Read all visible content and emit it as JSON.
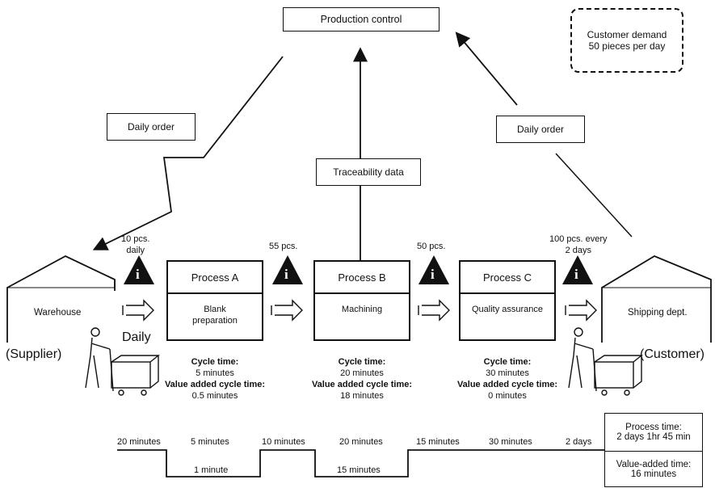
{
  "production_control": "Production control",
  "customer_demand": {
    "line1": "Customer demand",
    "line2": "50 pieces per day"
  },
  "daily_order_left": "Daily order",
  "daily_order_right": "Daily order",
  "traceability": "Traceability data",
  "supplier": {
    "building": "Warehouse",
    "label": "(Supplier)",
    "delivery": "Daily"
  },
  "customer": {
    "building": "Shipping dept.",
    "label": "(Customer)"
  },
  "inventory": [
    {
      "line1": "10 pcs.",
      "line2": "daily"
    },
    {
      "line1": "55 pcs.",
      "line2": ""
    },
    {
      "line1": "50 pcs.",
      "line2": ""
    },
    {
      "line1": "100 pcs. every",
      "line2": "2 days"
    }
  ],
  "processes": [
    {
      "name": "Process A",
      "desc1": "Blank",
      "desc2": "preparation",
      "ct_label": "Cycle time:",
      "ct": "5 minutes",
      "va_label": "Value added cycle time:",
      "va": "0.5 minutes"
    },
    {
      "name": "Process B",
      "desc1": "Machining",
      "desc2": "",
      "ct_label": "Cycle time:",
      "ct": "20 minutes",
      "va_label": "Value added cycle time:",
      "va": "18 minutes"
    },
    {
      "name": "Process C",
      "desc1": "Quality assurance",
      "desc2": "",
      "ct_label": "Cycle time:",
      "ct": "30 minutes",
      "va_label": "Value added cycle time:",
      "va": "0 minutes"
    }
  ],
  "timeline": {
    "upper": [
      "20 minutes",
      "5 minutes",
      "10 minutes",
      "20 minutes",
      "15 minutes",
      "30 minutes",
      "2 days"
    ],
    "lower": [
      "1 minute",
      "15 minutes"
    ]
  },
  "summary": {
    "pt_label": "Process time:",
    "pt_value": "2 days 1hr 45 min",
    "va_label": "Value-added time:",
    "va_value": "16 minutes"
  },
  "icons": {
    "info": "i"
  }
}
